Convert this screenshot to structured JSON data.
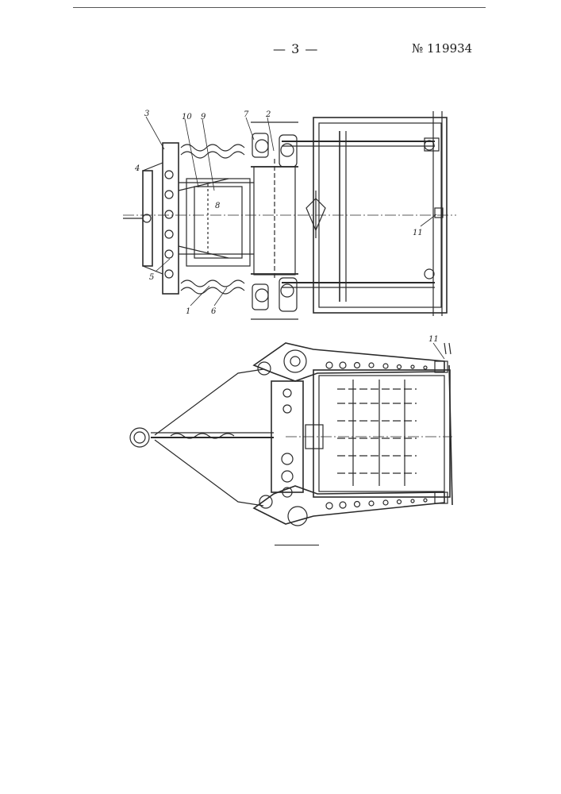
{
  "header": {
    "page_number": "— 3 —",
    "patent_number": "№ 119934"
  },
  "figure_top": {
    "labels": [
      "3",
      "4",
      "10",
      "9",
      "7",
      "2",
      "8",
      "5",
      "1",
      "6",
      "11"
    ]
  },
  "figure_bottom": {
    "labels": [
      "11"
    ]
  }
}
